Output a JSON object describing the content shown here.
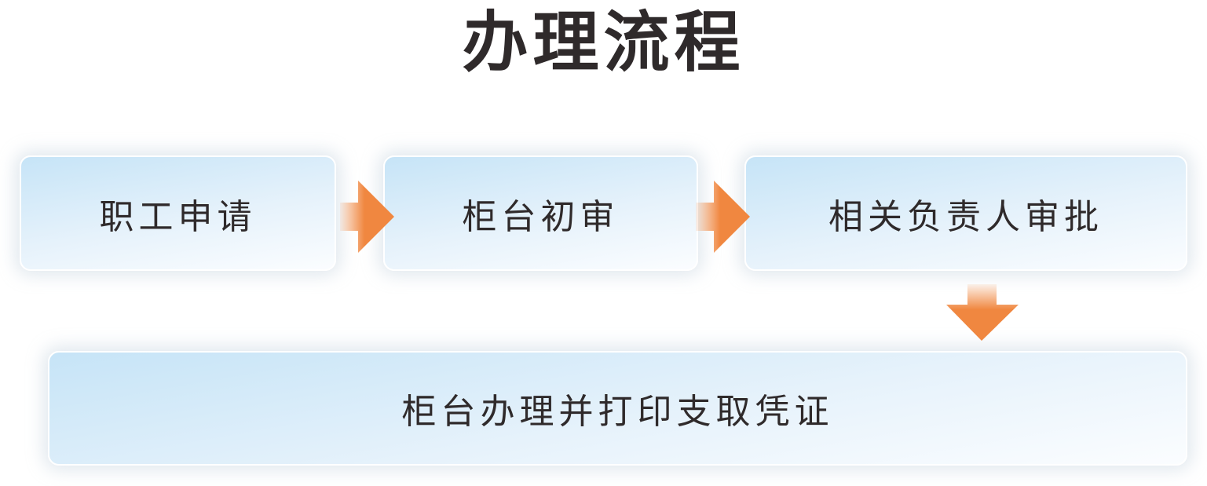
{
  "title": "办理流程",
  "steps": [
    "职工申请",
    "柜台初审",
    "相关负责人审批",
    "柜台办理并打印支取凭证"
  ],
  "colors": {
    "arrow": "#f08740",
    "box_top": "#c6e4f7",
    "text": "#2f2a2b"
  }
}
